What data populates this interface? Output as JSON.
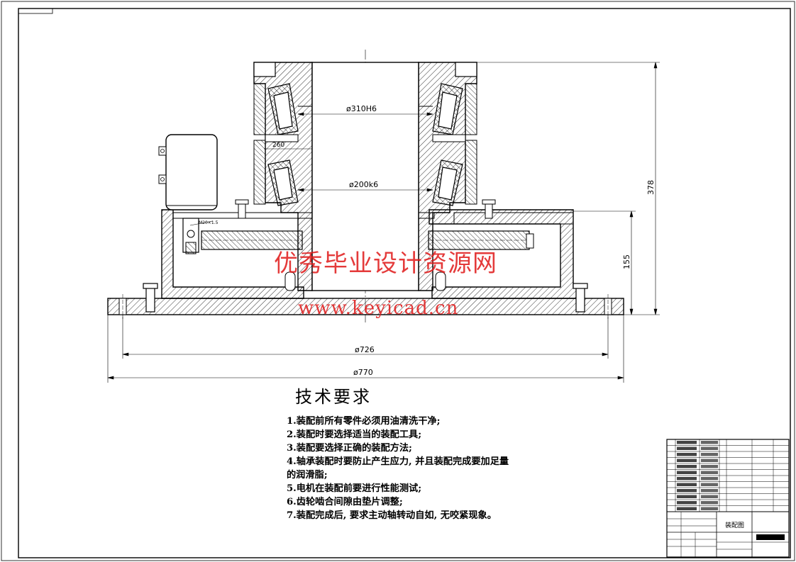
{
  "drawing": {
    "dimensions": {
      "bore_upper": "ø310H6",
      "bore_lower": "ø200k6",
      "bearing_span": "260",
      "base_inner": "ø726",
      "base_outer": "ø770",
      "overall_height": "378",
      "flange_height": "155",
      "motor_tag": "M20×1.5"
    }
  },
  "watermark": {
    "line1": "优秀毕业设计资源网",
    "line2": "www.keyicad.cn"
  },
  "tech_requirements": {
    "title": "技术要求",
    "items": [
      "1.装配前所有零件必须用油清洗干净;",
      "2.装配时要选择适当的装配工具;",
      "3.装配要选择正确的装配方法;",
      "4.轴承装配时要防止产生应力, 并且装配完成要加足量",
      "的润滑脂;",
      "5.电机在装配前要进行性能测试;",
      "6.齿轮啮合间隙由垫片调整;",
      "7.装配完成后, 要求主动轴转动自如, 无咬紧现象。"
    ]
  },
  "title_block": {
    "drawing_name": "装配图",
    "parts_rows": 12
  },
  "colors": {
    "line": "#000000",
    "watermark": "#e01818",
    "hatch": "#000000"
  }
}
